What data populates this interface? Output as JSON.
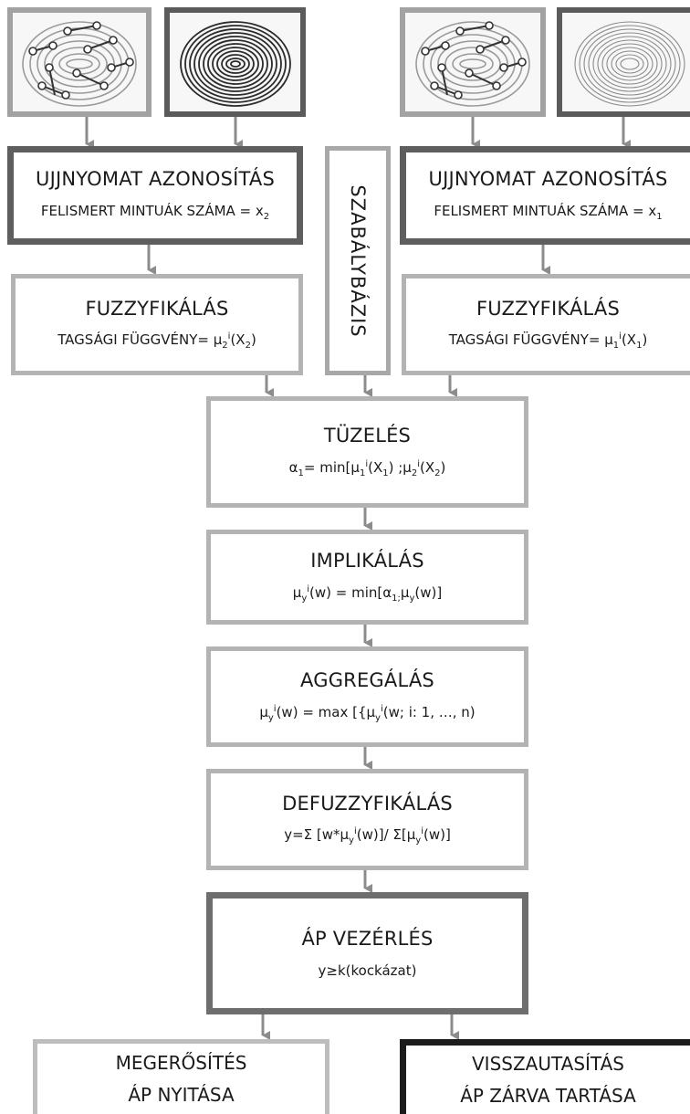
{
  "inputs": {
    "left_block": {
      "title": "UJJNYOMAT AZONOSÍTÁS",
      "subtitle_prefix": "FELISMERT MINTUÁK SZÁMA = x",
      "subtitle_sub": "2"
    },
    "right_block": {
      "title": "UJJNYOMAT AZONOSÍTÁS",
      "subtitle_prefix": "FELISMERT MINTUÁK SZÁMA = x",
      "subtitle_sub": "1"
    },
    "left_fuzzy": {
      "title": "FUZZYFIKÁLÁS",
      "formula_prefix": "TAGSÁGI FÜGGVÉNY= μ",
      "formula_sub1": "2",
      "formula_sup": "i",
      "formula_mid": "(X",
      "formula_sub2": "2",
      "formula_end": ")"
    },
    "right_fuzzy": {
      "title": "FUZZYFIKÁLÁS",
      "formula_prefix": "TAGSÁGI FÜGGVÉNY= μ",
      "formula_sub1": "1",
      "formula_sup": "i",
      "formula_mid": "(X",
      "formula_sub2": "1",
      "formula_end": ")"
    }
  },
  "rule_base": {
    "label": "SZABÁLYBÁZIS"
  },
  "pipeline": {
    "firing": {
      "title": "TÜZELÉS",
      "f1": "α",
      "f1_sub": "1",
      "f2": "= min[μ",
      "f2_sub": "1",
      "f2_sup": "i",
      "f3": "(X",
      "f3_sub": "1",
      "f4": ") ;μ",
      "f4_sub": "2",
      "f4_sup": "i",
      "f5": "(X",
      "f5_sub": "2",
      "f6": ")"
    },
    "implication": {
      "title": "IMPLIKÁLÁS",
      "f1": "μ",
      "f1_sub": "y",
      "f1_sup": "i",
      "f2": "(w) = min[α",
      "f2_sub": "1;",
      "f3": "μ",
      "f3_sub": "y",
      "f4": "(w)]"
    },
    "aggregation": {
      "title": "AGGREGÁLÁS",
      "f1": "μ",
      "f1_sub": "y",
      "f1_sup": "i",
      "f2": "(w) = max [{μ",
      "f2_sub": "y",
      "f2_sup": "i",
      "f3": "(w; i: 1, …, n)"
    },
    "defuzzification": {
      "title": "DEFUZZYFIKÁLÁS",
      "f1": "y=Σ [w*μ",
      "f1_sub": "y",
      "f1_sup": "i",
      "f2": "(w)]/ Σ[μ",
      "f2_sub": "y",
      "f2_sup": "i",
      "f3": "(w)]"
    },
    "control": {
      "title": "ÁP VEZÉRLÉS",
      "formula": "y≥k(kockázat)"
    }
  },
  "outcomes": {
    "accept": {
      "line1": "MEGERŐSÍTÉS",
      "line2": "ÁP NYITÁSA"
    },
    "reject": {
      "line1": "VISSZAUTASÍTÁS",
      "line2": "ÁP ZÁRVA TARTÁSA"
    }
  },
  "images": [
    "fingerprint-minutiae-image",
    "fingerprint-image",
    "fingerprint-minutiae-image",
    "fingerprint-image"
  ],
  "colors": {
    "arrow": "#8c8c8c",
    "border_light": "#b3b3b3",
    "border_mid": "#8a8a8a",
    "border_dark": "#5e5e5e",
    "border_black": "#1c1c1c"
  }
}
